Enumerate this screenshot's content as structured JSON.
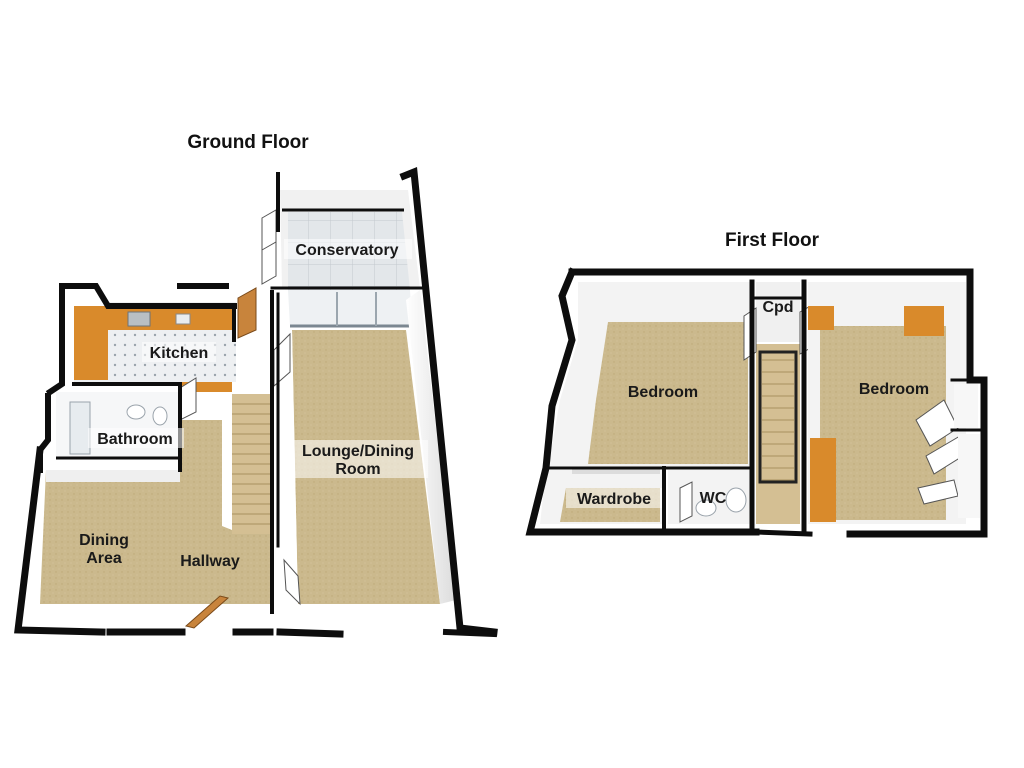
{
  "ground_floor": {
    "title": "Ground Floor",
    "rooms": {
      "conservatory": "Conservatory",
      "kitchen": "Kitchen",
      "bathroom": "Bathroom",
      "lounge_line1": "Lounge/Dining",
      "lounge_line2": "Room",
      "dining_line1": "Dining",
      "dining_line2": "Area",
      "hallway": "Hallway"
    }
  },
  "first_floor": {
    "title": "First Floor",
    "rooms": {
      "cpd": "Cpd",
      "bedroom_left": "Bedroom",
      "bedroom_right": "Bedroom",
      "wardrobe": "Wardrobe",
      "wc": "WC"
    }
  },
  "colors": {
    "wall": "#0d0d0d",
    "wall_inner": "#f4f4f4",
    "carpet": "#c9b68a",
    "tile": "#dfe3e6",
    "worktop": "#d98a2b",
    "stairs": "#d4bf93",
    "door": "#c8843c"
  }
}
